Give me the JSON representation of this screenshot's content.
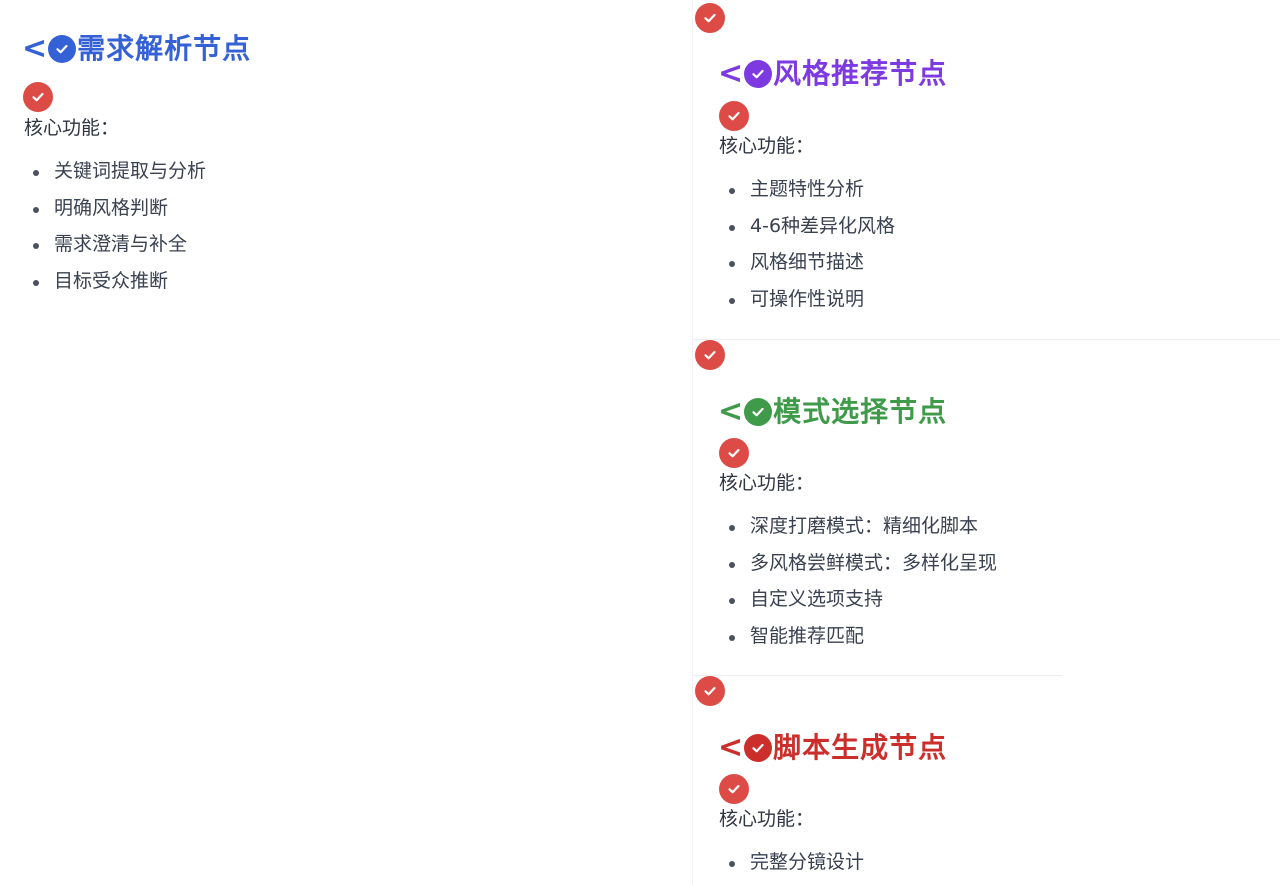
{
  "colors": {
    "badge_red": "#dc4b46",
    "text_dark": "#2f3542",
    "bullet_text": "#3a4150"
  },
  "icons": {
    "check": "check-circle-icon",
    "angle": "less-than-chevron-icon"
  },
  "left_node": {
    "lt": "<",
    "title": "需求解析节点",
    "color": "#3461d6",
    "core_label": "核心功能：",
    "items": [
      "关键词提取与分析",
      "明确风格判断",
      "需求澄清与补全",
      "目标受众推断"
    ]
  },
  "cards": [
    {
      "lt": "<",
      "title": "风格推荐节点",
      "color": "#7c3ae0",
      "core_label": "核心功能：",
      "items": [
        "主题特性分析",
        "4-6种差异化风格",
        "风格细节描述",
        "可操作性说明"
      ]
    },
    {
      "lt": "<",
      "title": "模式选择节点",
      "color": "#3f9a4a",
      "core_label": "核心功能：",
      "items": [
        "深度打磨模式：精细化脚本",
        "多风格尝鲜模式：多样化呈现",
        "自定义选项支持",
        "智能推荐匹配"
      ]
    },
    {
      "lt": "<",
      "title": "脚本生成节点",
      "color": "#cc2f2b",
      "core_label": "核心功能：",
      "items": [
        "完整分镜设计"
      ]
    }
  ]
}
